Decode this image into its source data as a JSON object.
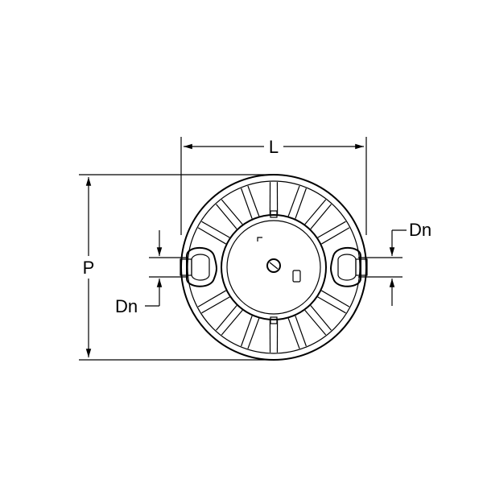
{
  "labels": {
    "length": "L",
    "height": "P",
    "diameter_right": "Dn",
    "diameter_left": "Dn"
  },
  "colors": {
    "line": "#000000",
    "background": "#ffffff"
  },
  "icons": {
    "arrow": "arrowhead",
    "body": "circular-manhole-base-top-view"
  }
}
